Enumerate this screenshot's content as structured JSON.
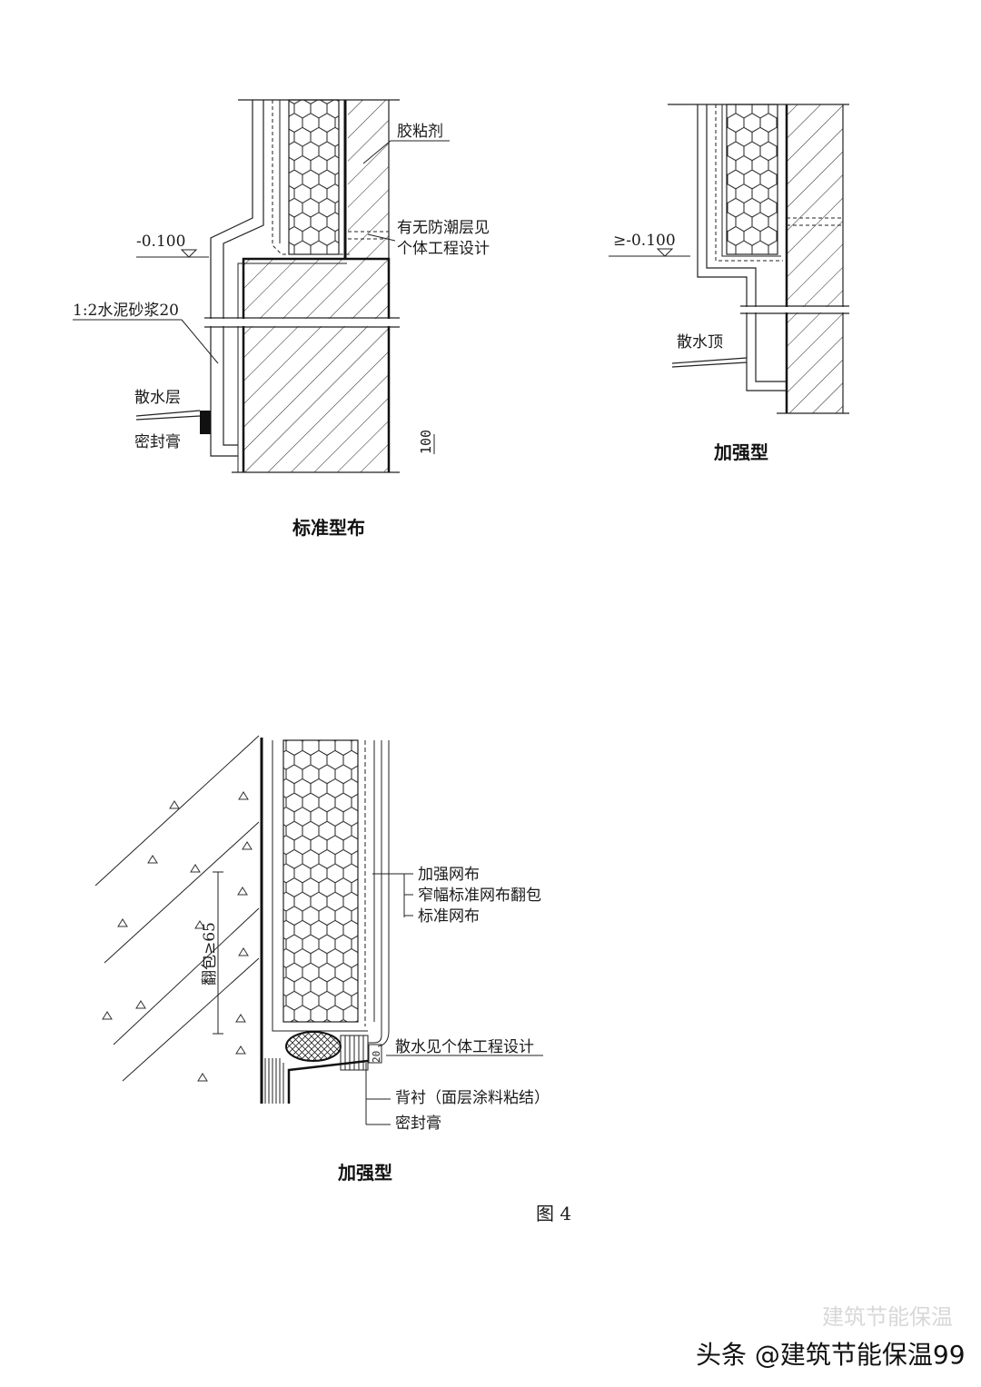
{
  "detail_standard": {
    "labels": {
      "adhesive": "胶粘剂",
      "dpc_line1": "有无防潮层见",
      "dpc_line2": "个体工程设计",
      "level": "-0.100",
      "mortar": "1:2水泥砂浆20",
      "apron_layer": "散水层",
      "sealant": "密封膏",
      "dim_100": "100"
    },
    "caption": "标准型布"
  },
  "detail_reinforced_top": {
    "labels": {
      "level": "≥-0.100",
      "apron_top": "散水顶"
    },
    "caption": "加强型"
  },
  "detail_reinforced_bottom": {
    "labels": {
      "mesh_reinforced": "加强网布",
      "mesh_narrow_wrap": "窄幅标准网布翻包",
      "mesh_standard": "标准网布",
      "wrap_dim": "翻包≥65",
      "apron_note": "散水见个体工程设计",
      "dim_20": "20",
      "backing": "背衬（面层涂料粘结）",
      "sealant": "密封膏"
    },
    "caption": "加强型"
  },
  "figure_label": "图 4",
  "watermark": {
    "text": "头条 @建筑节能保温99",
    "ghost": "建筑节能保温"
  },
  "colors": {
    "ink": "#1a1a1a",
    "paper": "#ffffff"
  }
}
